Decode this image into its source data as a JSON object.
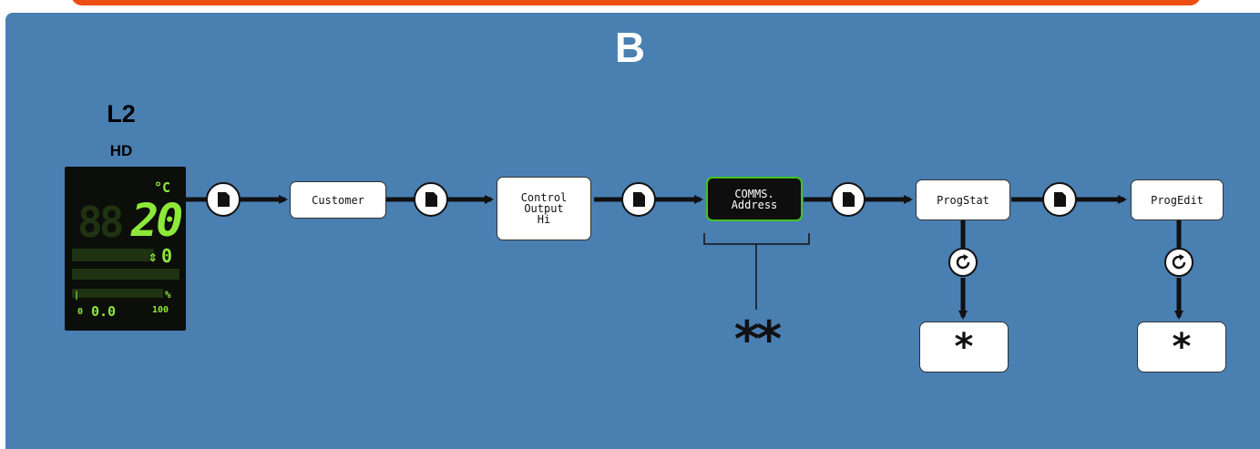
{
  "section_letter": "B",
  "level": "L2",
  "device": "HD",
  "display": {
    "unit": "°C",
    "value": "20",
    "setpoint": "0",
    "percent_symbol": "%",
    "output_value": "0.0",
    "scale_min": "0",
    "scale_max": "100",
    "colors": {
      "segment": "#8de83a",
      "background": "#0c0e0a"
    }
  },
  "flow": {
    "page_key_icon": "page-key-icon",
    "scroll_key_icon": "scroll-key-icon",
    "nodes": [
      {
        "label": "Customer",
        "highlight": false
      },
      {
        "label": "Control\nOutput\nHi",
        "highlight": false
      },
      {
        "label": "COMMS.\nAddress",
        "highlight": true
      },
      {
        "label": "ProgStat",
        "highlight": false
      },
      {
        "label": "ProgEdit",
        "highlight": false
      }
    ],
    "sub_boxes": [
      "*",
      "*"
    ],
    "note_marker": "**"
  },
  "colors": {
    "panel": "#4a7fb2",
    "top_bar": "#ee4d11",
    "highlight_border": "#43c41f"
  }
}
